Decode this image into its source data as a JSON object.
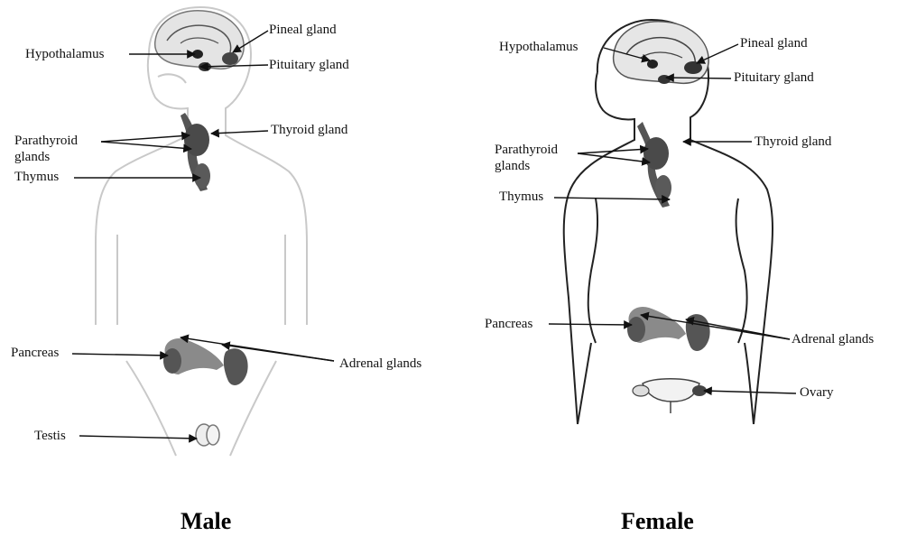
{
  "male": {
    "caption": "Male",
    "labels": {
      "pineal": "Pineal gland",
      "hypothalamus": "Hypothalamus",
      "pituitary": "Pituitary gland",
      "thyroid": "Thyroid gland",
      "parathyroid_1": "Parathyroid",
      "parathyroid_2": "glands",
      "thymus": "Thymus",
      "pancreas": "Pancreas",
      "adrenal": "Adrenal glands",
      "testis": "Testis"
    }
  },
  "female": {
    "caption": "Female",
    "labels": {
      "hypothalamus": "Hypothalamus",
      "pineal": "Pineal gland",
      "pituitary": "Pituitary gland",
      "parathyroid_1": "Parathyroid",
      "parathyroid_2": "glands",
      "thyroid": "Thyroid gland",
      "thymus": "Thymus",
      "pancreas": "Pancreas",
      "adrenal": "Adrenal glands",
      "ovary": "Ovary"
    }
  }
}
